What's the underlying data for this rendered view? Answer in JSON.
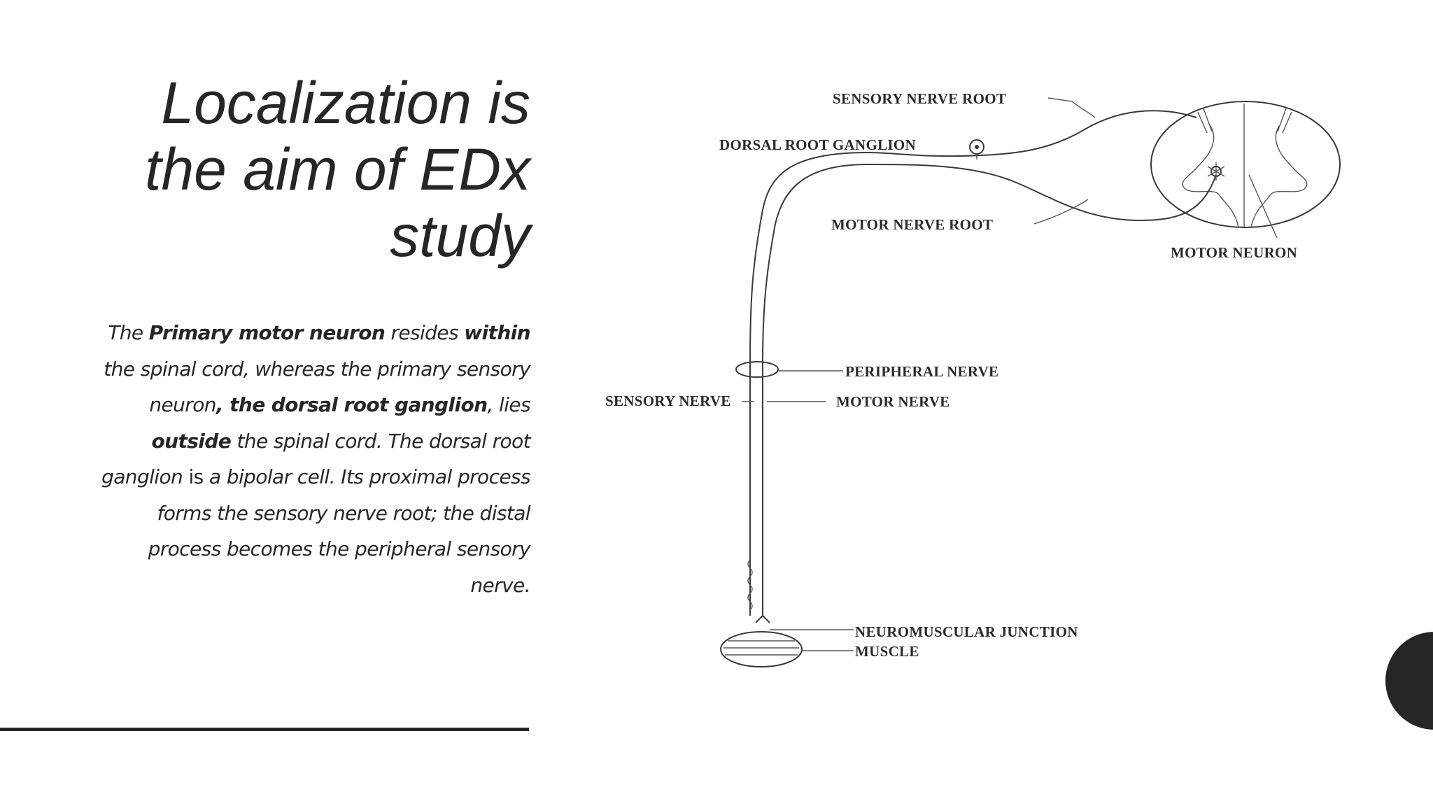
{
  "slide": {
    "title_lines": [
      "Localization is",
      "the aim of EDx",
      "study"
    ],
    "body": {
      "s1": "The ",
      "s2": "Primary motor neuron",
      "s3": " resides ",
      "s4": "within",
      "s5": " the spinal cord, whereas the primary sensory neuron",
      "s6": ", the dorsal root ganglion",
      "s7": ", lies ",
      "s8": "outside",
      "s9": " the spinal cord. The dorsal root ganglion ",
      "s10": "is",
      "s11": " a bipolar cell. Its proximal process forms the sensory nerve root; the distal process becomes the peripheral sensory nerve."
    }
  },
  "diagram": {
    "labels": {
      "sensory_nerve_root": "SENSORY NERVE ROOT",
      "dorsal_root_ganglion": "DORSAL ROOT GANGLION",
      "motor_nerve_root": "MOTOR NERVE ROOT",
      "motor_neuron": "MOTOR NEURON",
      "peripheral_nerve": "PERIPHERAL NERVE",
      "sensory_nerve": "SENSORY NERVE",
      "motor_nerve": "MOTOR NERVE",
      "neuromuscular_junction": "NEUROMUSCULAR JUNCTION",
      "muscle": "MUSCLE"
    }
  },
  "colors": {
    "text": "#262626",
    "background": "#ffffff",
    "accent_dark": "#262626"
  }
}
